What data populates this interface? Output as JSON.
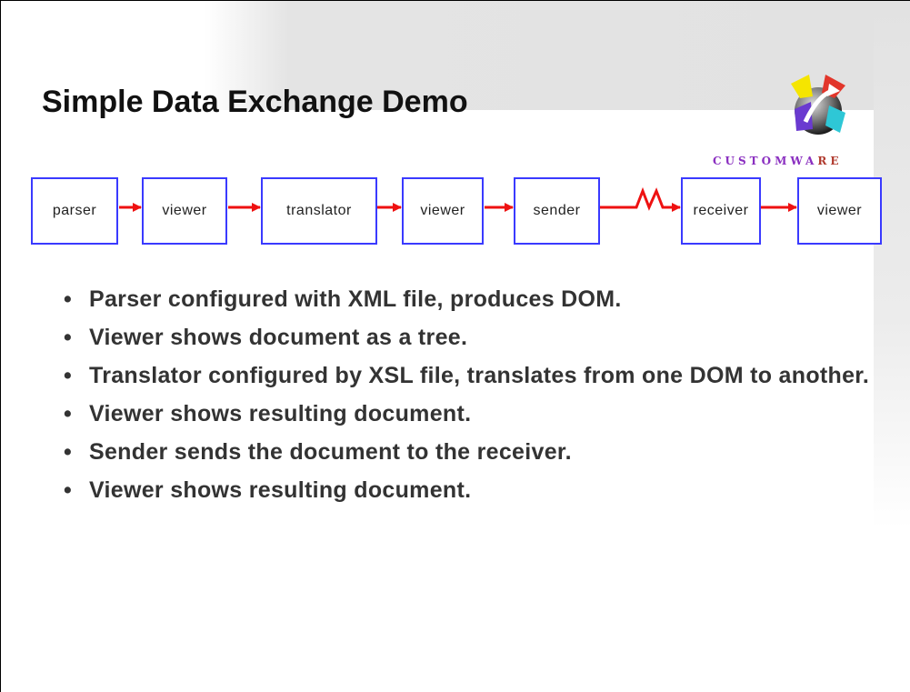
{
  "slide": {
    "title": "Simple Data Exchange Demo",
    "logo_text_main": "CUSTOMWA",
    "logo_text_tail": "RE",
    "logo_icon": "customware-logo-icon",
    "accent_colors": {
      "box_border": "#3a3aff",
      "arrow": "#ee1111",
      "logo_text": "#8a2fc0"
    }
  },
  "diagram": {
    "nodes": [
      {
        "label": "parser"
      },
      {
        "label": "viewer"
      },
      {
        "label": "translator"
      },
      {
        "label": "viewer"
      },
      {
        "label": "sender"
      },
      {
        "label": "receiver"
      },
      {
        "label": "viewer"
      }
    ],
    "connections": [
      {
        "from": "parser",
        "to": "viewer",
        "type": "arrow"
      },
      {
        "from": "viewer",
        "to": "translator",
        "type": "arrow"
      },
      {
        "from": "translator",
        "to": "viewer",
        "type": "arrow"
      },
      {
        "from": "viewer",
        "to": "sender",
        "type": "arrow"
      },
      {
        "from": "sender",
        "to": "receiver",
        "type": "network-arrow"
      },
      {
        "from": "receiver",
        "to": "viewer",
        "type": "arrow"
      }
    ]
  },
  "bullets": [
    "Parser configured with XML file, produces DOM.",
    "Viewer shows document as a tree.",
    "Translator configured by XSL file, translates from one DOM to another.",
    "Viewer shows resulting document.",
    "Sender sends the document to the receiver.",
    "Viewer shows resulting document."
  ]
}
